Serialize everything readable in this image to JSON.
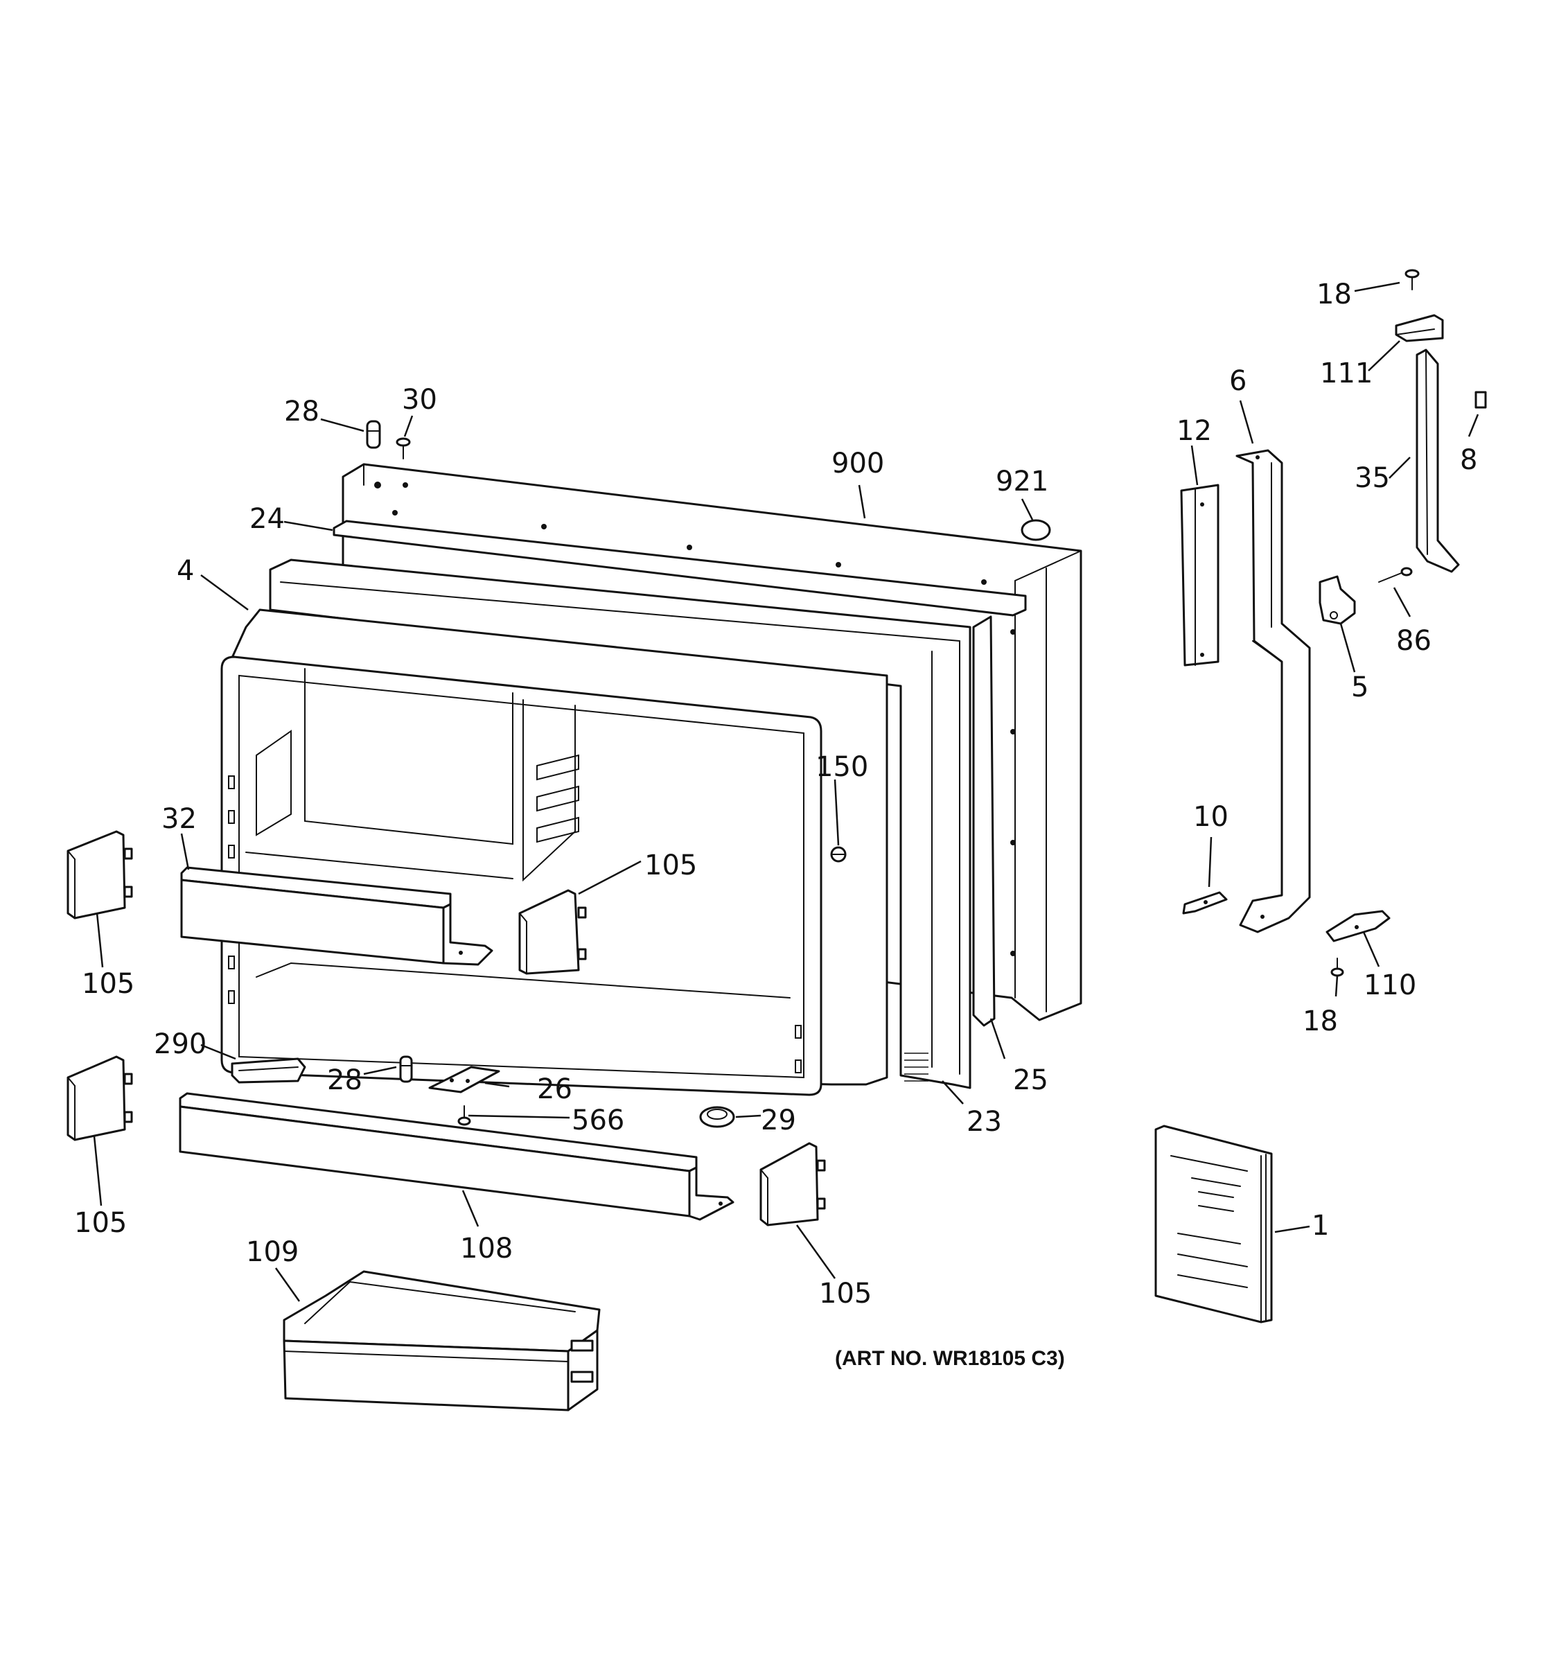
{
  "diagram": {
    "art_number": "(ART NO. WR18105 C3)",
    "callouts": {
      "c18_top": "18",
      "c111": "111",
      "c35": "35",
      "c8": "8",
      "c6": "6",
      "c12": "12",
      "c86": "86",
      "c5": "5",
      "c10": "10",
      "c110": "110",
      "c18_bottom": "18",
      "c1": "1",
      "c28_top": "28",
      "c30": "30",
      "c900": "900",
      "c921": "921",
      "c24": "24",
      "c4": "4",
      "c150": "150",
      "c32": "32",
      "c105_center": "105",
      "c105_left_upper": "105",
      "c290": "290",
      "c28_bottom": "28",
      "c26": "26",
      "c566": "566",
      "c29": "29",
      "c23": "23",
      "c25": "25",
      "c105_left_lower": "105",
      "c108": "108",
      "c109": "109",
      "c105_bottom": "105"
    }
  }
}
